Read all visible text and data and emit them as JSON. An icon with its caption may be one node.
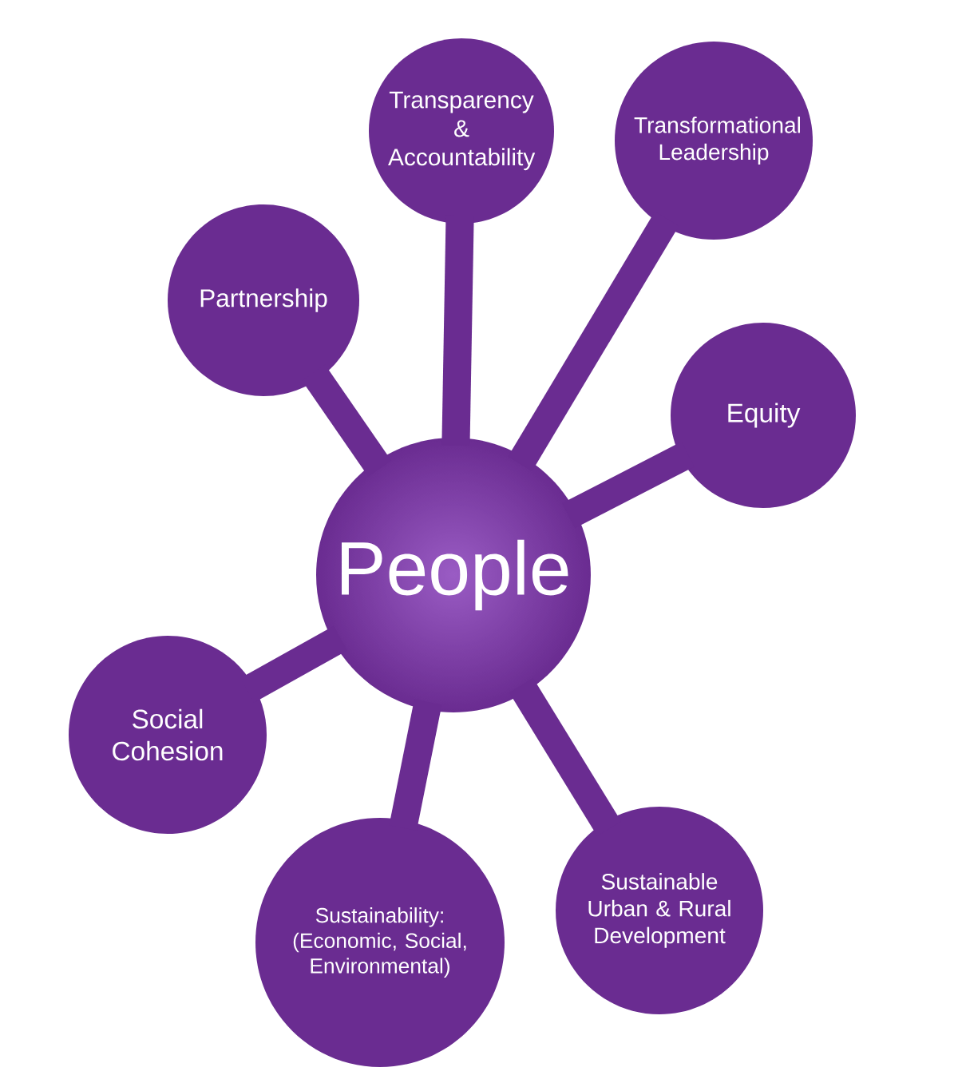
{
  "diagram": {
    "nodes": [
      {
        "text": [
          "People"
        ]
      },
      {
        "text": [
          "Transparency & Accountability"
        ]
      },
      {
        "text": [
          "Transformational Leadership"
        ]
      },
      {
        "text": [
          "Partnership"
        ]
      },
      {
        "text": [
          "Equity"
        ]
      },
      {
        "text": [
          "Social Cohesion"
        ]
      },
      {
        "text": [
          "Sustainability: (Economic, Social, Environmental)"
        ]
      },
      {
        "text": [
          "Sustainable Urban & Rural Development"
        ]
      }
    ],
    "edges": [
      {
        "from": 0,
        "to": 1,
        "arrow": "none"
      },
      {
        "from": 0,
        "to": 2,
        "arrow": "none"
      },
      {
        "from": 0,
        "to": 3,
        "arrow": "none"
      },
      {
        "from": 0,
        "to": 4,
        "arrow": "none"
      },
      {
        "from": 0,
        "to": 5,
        "arrow": "none"
      },
      {
        "from": 0,
        "to": 6,
        "arrow": "none"
      },
      {
        "from": 0,
        "to": 7,
        "arrow": "none"
      }
    ]
  }
}
